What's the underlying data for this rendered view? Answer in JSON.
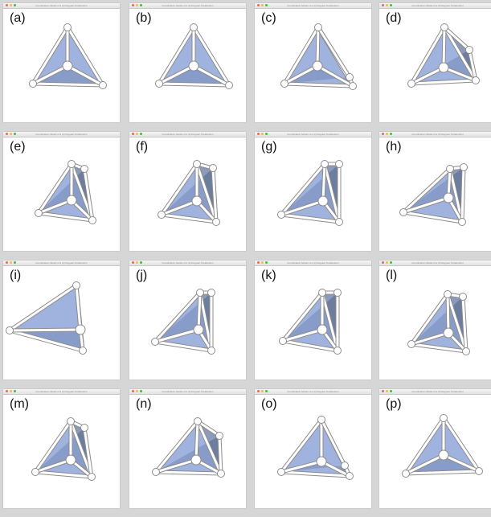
{
  "window_title": "Coordination Model of a (4) Regular Tetrahedron",
  "panels": [
    {
      "label": "(a)"
    },
    {
      "label": "(b)"
    },
    {
      "label": "(c)"
    },
    {
      "label": "(d)"
    },
    {
      "label": "(e)"
    },
    {
      "label": "(f)"
    },
    {
      "label": "(g)"
    },
    {
      "label": "(h)"
    },
    {
      "label": "(i)"
    },
    {
      "label": "(j)"
    },
    {
      "label": "(k)"
    },
    {
      "label": "(l)"
    },
    {
      "label": "(m)"
    },
    {
      "label": "(n)"
    },
    {
      "label": "(o)"
    },
    {
      "label": "(p)"
    }
  ],
  "colors": {
    "face": "#8ea6d8",
    "face_dark": "#6f82a8",
    "shadow_face": "#4a4f5c",
    "edge": "#ffffff",
    "edge_outline": "#8c8c8c",
    "ball": "#ffffff"
  },
  "icons": {
    "close": "close-light-icon",
    "minimize": "minimize-light-icon",
    "zoom": "zoom-light-icon"
  }
}
